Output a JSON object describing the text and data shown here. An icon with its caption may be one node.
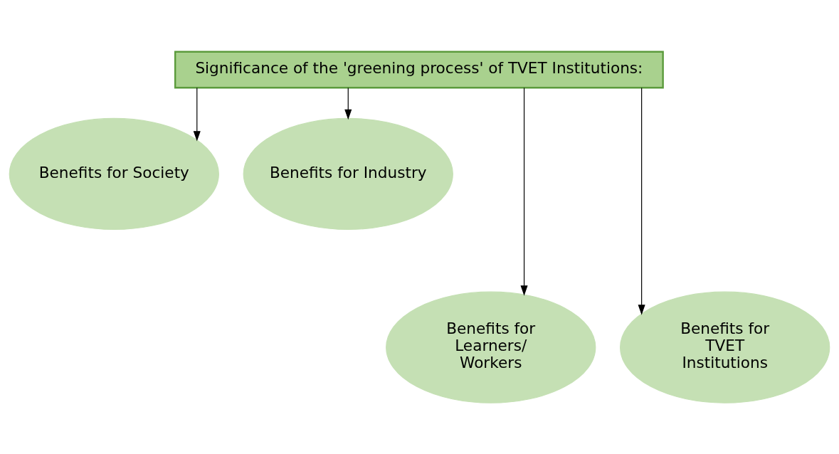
{
  "diagram": {
    "nodes": [
      {
        "text": [
          "Significance of the 'greening process' of TVET Institutions:"
        ]
      },
      {
        "text": [
          "Benefits for Society"
        ]
      },
      {
        "text": [
          "Benefits for Industry"
        ]
      },
      {
        "text": [
          "Benefits for Learners/ Workers"
        ]
      },
      {
        "text": [
          "Benefits for TVET Institutions"
        ]
      }
    ],
    "edges": [
      {
        "from": 0,
        "to": 3,
        "arrow": "to"
      },
      {
        "from": 0,
        "to": 1,
        "arrow": "to"
      },
      {
        "from": 0,
        "to": 4,
        "arrow": "to"
      },
      {
        "from": 0,
        "to": 2,
        "arrow": "to"
      }
    ]
  }
}
